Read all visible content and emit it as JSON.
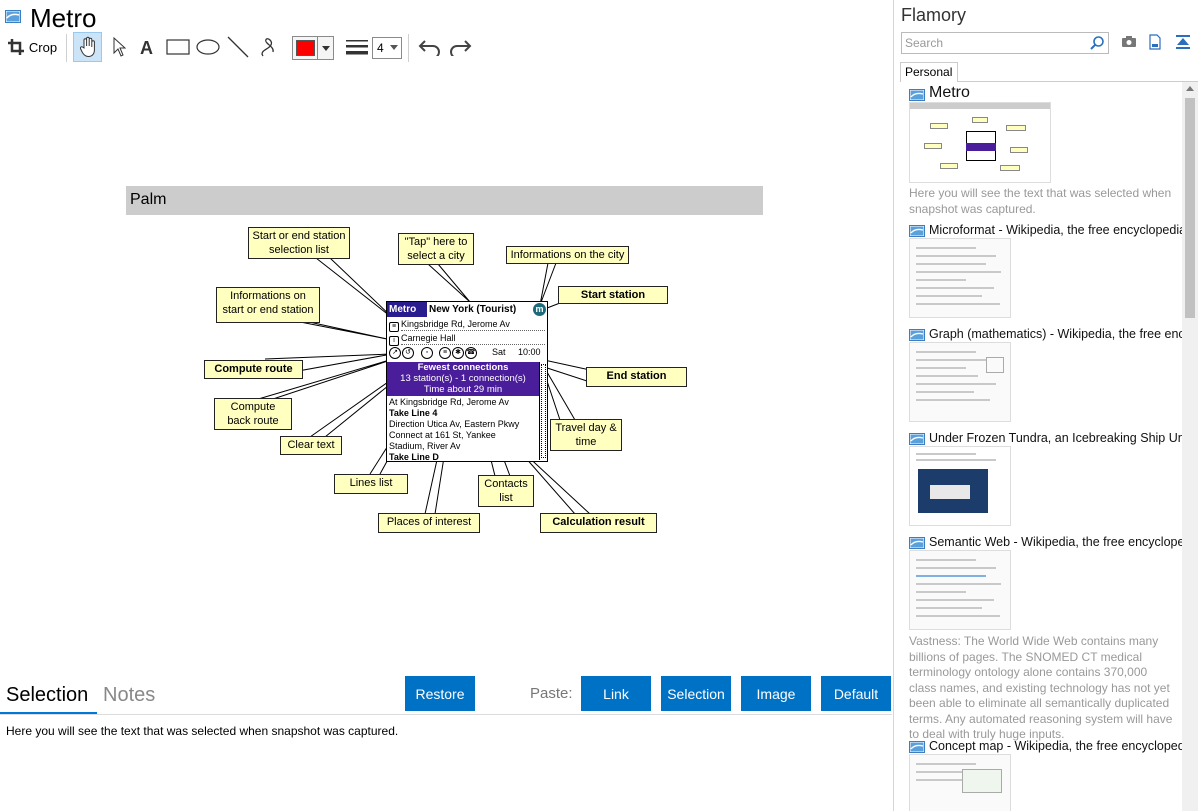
{
  "window": {
    "title": "Metro"
  },
  "toolbar": {
    "crop_label": "Crop",
    "line_width": "4",
    "current_color": "#ff0000"
  },
  "snapshot": {
    "header": "Palm",
    "palm": {
      "app": "Metro",
      "city": "New York (Tourist)",
      "metro_badge": "m",
      "start_station": "Kingsbridge Rd, Jerome Av",
      "end_station": "Carnegie Hall",
      "day": "Sat",
      "time": "10:00",
      "result_title": "Fewest connections",
      "result_line2": "13 station(s) - 1 connection(s)",
      "result_line3": "Time about 29 min",
      "list": [
        "At Kingsbridge Rd, Jerome Av",
        "Take Line 4",
        "Direction Utica Av, Eastern Pkwy",
        "Connect at 161 St, Yankee",
        "Stadium, River Av",
        "Take Line D"
      ]
    },
    "callouts": {
      "start_end_list": "Start or end station selection list",
      "tap_city": "\"Tap\" here to select a city",
      "info_city": "Informations on the city",
      "start_station": "Start station",
      "info_station": "Informations on start or end station",
      "compute_route": "Compute route",
      "end_station": "End station",
      "compute_back": "Compute back route",
      "clear_text": "Clear text",
      "travel_day": "Travel day & time",
      "lines_list": "Lines list",
      "contacts_list": "Contacts list",
      "places": "Places of interest",
      "calc_result": "Calculation result"
    }
  },
  "bottom": {
    "tab_selection": "Selection",
    "tab_notes": "Notes",
    "restore": "Restore",
    "paste_label": "Paste:",
    "link": "Link",
    "selection": "Selection",
    "image": "Image",
    "default": "Default",
    "selection_text": "Here you will see the text that was selected when snapshot was captured."
  },
  "sidebar": {
    "title": "Flamory",
    "search_placeholder": "Search",
    "tab": "Personal",
    "entries": [
      {
        "title": "Metro",
        "desc": "Here you will see the text that was selected when snapshot was captured."
      },
      {
        "title": "Microformat - Wikipedia, the free encyclopedia"
      },
      {
        "title": "Graph (mathematics) - Wikipedia, the free ency"
      },
      {
        "title": "Under Frozen Tundra, an Icebreaking Ship Unco"
      },
      {
        "title": "Semantic Web - Wikipedia, the free encycloped",
        "desc": "Vastness: The World Wide Web contains many billions of pages. The SNOMED CT medical terminology ontology alone contains 370,000 class names, and existing technology has not yet been able to eliminate all semantically duplicated terms. Any automated reasoning system will have to deal with truly huge inputs."
      },
      {
        "title": "Concept map - Wikipedia, the free encyclopedi"
      }
    ]
  }
}
